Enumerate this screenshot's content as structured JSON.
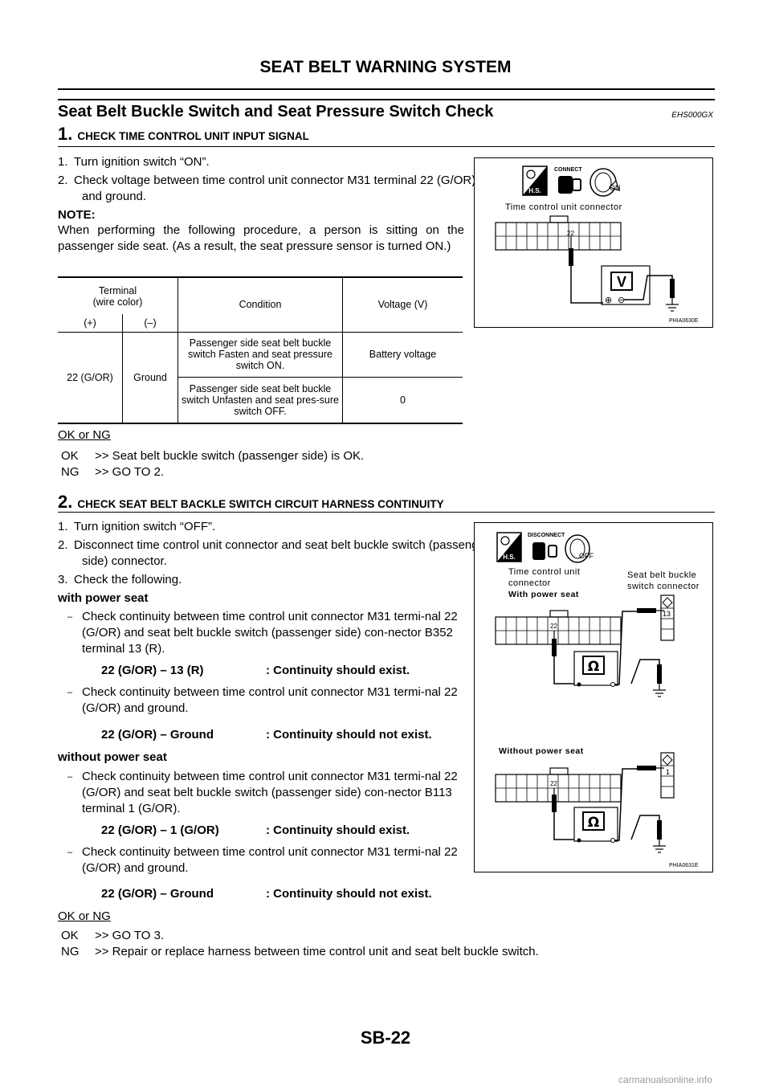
{
  "header": {
    "title": "SEAT BELT WARNING SYSTEM"
  },
  "section": {
    "title": "Seat Belt Buckle Switch and Seat Pressure Switch Check",
    "code": "EHS000GX"
  },
  "step1": {
    "num": "1.",
    "title": "CHECK TIME CONTROL UNIT INPUT SIGNAL",
    "items": [
      "1. Turn ignition switch “ON”.",
      "2. Check voltage between time control unit connector M31 terminal 22 (G/OR) and ground."
    ],
    "note_label": "NOTE:",
    "note_text": "When performing the following procedure, a person is sitting on the passenger side seat. (As a result, the seat pressure sensor is turned ON.)",
    "table": {
      "h_terminal": "Terminal\n(wire color)",
      "h_condition": "Condition",
      "h_voltage": "Voltage (V)",
      "h_plus": "(+)",
      "h_minus": "(–)",
      "plus": "22 (G/OR)",
      "minus": "Ground",
      "cond1": "Passenger side seat belt buckle switch Fasten and seat pressure switch ON.",
      "volt1": "Battery voltage",
      "cond2": "Passenger side seat belt buckle switch Unfasten and seat pres-sure switch OFF.",
      "volt2": "0"
    },
    "okng": "OK or NG",
    "ok": {
      "key": "OK",
      "text": ">> Seat belt buckle switch (passenger side) is OK."
    },
    "ng": {
      "key": "NG",
      "text": ">> GO TO 2."
    }
  },
  "fig1": {
    "connect": "CONNECT",
    "hs": "H.S.",
    "on": "ON",
    "label": "Time control unit connector",
    "pin": "22",
    "meter": "V",
    "plus": "⊕",
    "minus": "⊖",
    "code": "PHIA0630E"
  },
  "step2": {
    "num": "2.",
    "title": "CHECK SEAT BELT BACKLE SWITCH CIRCUIT HARNESS CONTINUITY",
    "items": [
      "1. Turn ignition switch “OFF”.",
      "2. Disconnect time control unit connector and seat belt buckle switch (passenger side) connector.",
      "3. Check the following."
    ],
    "with_power_seat": "with power seat",
    "wp1": "Check continuity between time control unit connector M31 termi-nal 22 (G/OR) and seat belt buckle switch (passenger side) con-nector B352 terminal 13 (R).",
    "wp1_spec_a": "22 (G/OR) – 13 (R)",
    "wp1_spec_b": ": Continuity should exist.",
    "wp2": "Check continuity between time control unit connector M31 termi-nal 22 (G/OR) and ground.",
    "wp2_spec_a": "22 (G/OR) – Ground",
    "wp2_spec_b": ": Continuity should not exist.",
    "without_power_seat": "without power seat",
    "wo1": "Check continuity between time control unit connector M31 termi-nal 22 (G/OR) and seat belt buckle switch (passenger side) con-nector B113 terminal 1 (G/OR).",
    "wo1_spec_a": "22 (G/OR) – 1 (G/OR)",
    "wo1_spec_b": ": Continuity should exist.",
    "wo2": "Check continuity between time control unit connector M31 termi-nal 22 (G/OR) and ground.",
    "wo2_spec_a": "22 (G/OR) – Ground",
    "wo2_spec_b": ": Continuity should not exist.",
    "dash": "–",
    "okng": "OK or NG",
    "ok": {
      "key": "OK",
      "text": ">> GO TO 3."
    },
    "ng": {
      "key": "NG",
      "text": ">> Repair or replace harness between time control unit and seat belt buckle switch."
    }
  },
  "fig2": {
    "disconnect": "DISCONNECT",
    "hs": "H.S.",
    "off": "OFF",
    "tcu_l1": "Time control unit",
    "tcu_l2": "connector",
    "with": "With power seat",
    "sb_l1": "Seat belt buckle",
    "sb_l2": "switch connector",
    "pin22a": "22",
    "pin13": "13",
    "without": "Without power seat",
    "pin22b": "22",
    "pin1": "1",
    "ohm": "Ω",
    "code": "PHIA0631E"
  },
  "footer": {
    "page": "SB-22",
    "watermark": "carmanualsonline.info"
  }
}
